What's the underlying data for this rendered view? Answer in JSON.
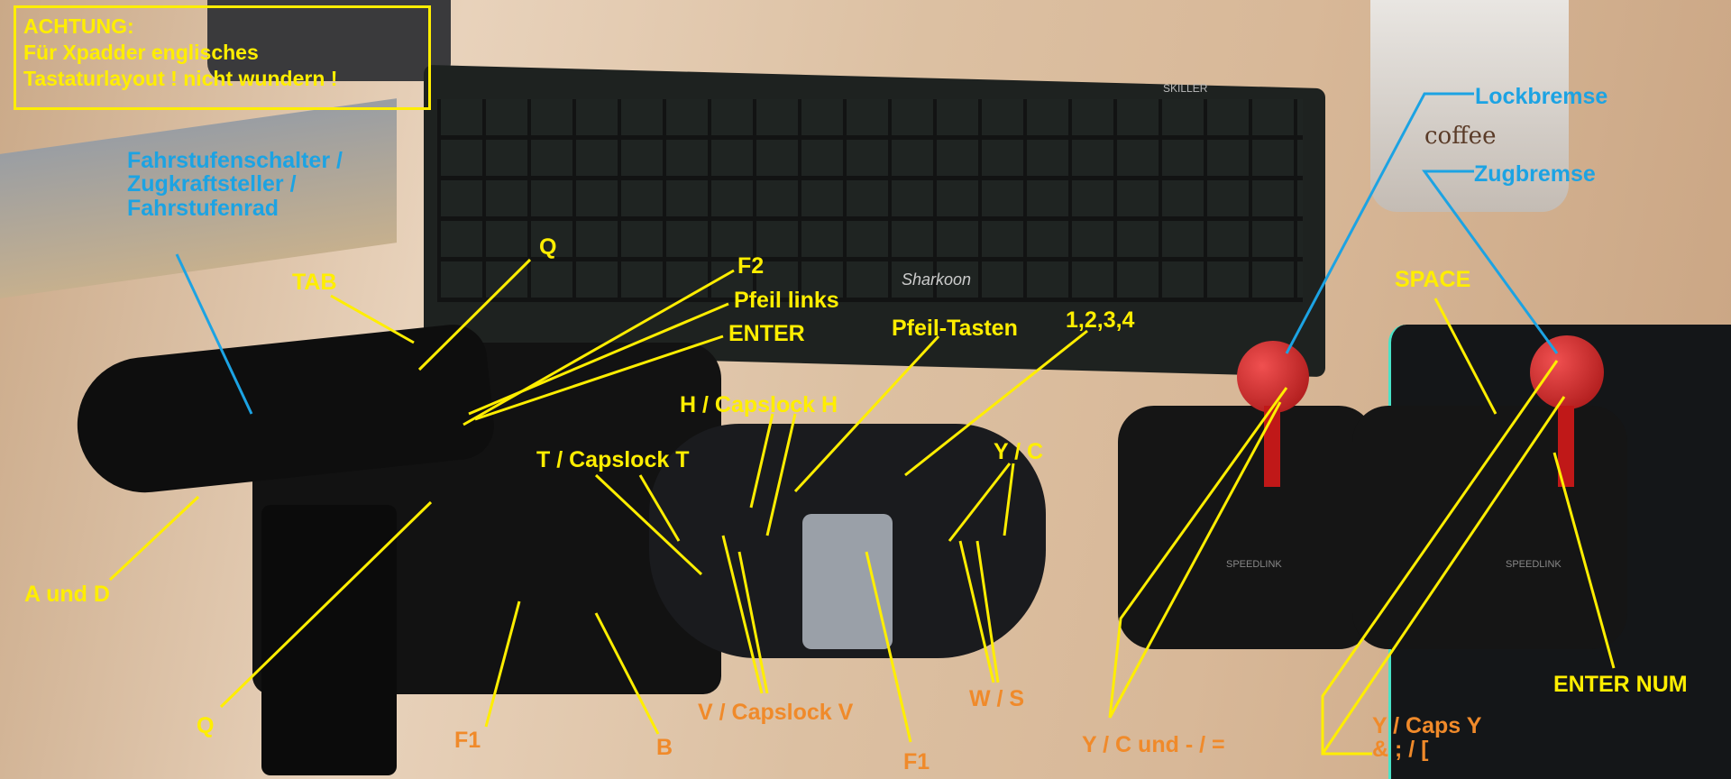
{
  "notice": {
    "title": "ACHTUNG:",
    "line1": "Für Xpadder englisches",
    "line2": "Tastaturlayout ! nicht wundern !"
  },
  "labels": {
    "fahrstufen": [
      "Fahrstufenschalter /",
      "Zugkraftsteller /",
      "Fahrstufenrad"
    ],
    "tab": "TAB",
    "q_top": "Q",
    "f2": "F2",
    "pfeil_links": "Pfeil links",
    "enter": "ENTER",
    "pfeil_tasten": "Pfeil-Tasten",
    "num_1234": "1,2,3,4",
    "h_caps": "H / Capslock H",
    "t_caps": "T / Capslock T",
    "y_c": "Y / C",
    "a_und_d": "A und D",
    "q_bottom": "Q",
    "f1_left": "F1",
    "b": "B",
    "v_caps": "V / Capslock V",
    "f1_right": "F1",
    "w_s": "W / S",
    "y_c_und": "Y / C und - / =",
    "y_caps_y": [
      "Y / Caps Y",
      "& ; / ["
    ],
    "enter_num": "ENTER NUM",
    "space": "SPACE",
    "lockbremse": "Lockbremse",
    "zugbremse": "Zugbremse"
  },
  "photo_text": {
    "keyboard_brand": "Sharkoon",
    "keyboard_model": "SKILLER",
    "mug": "coffee",
    "joystick_brand": "SPEEDLINK"
  },
  "colors": {
    "yellow": "#ffee00",
    "orange": "#f08a2a",
    "blue": "#1ca3e3"
  }
}
